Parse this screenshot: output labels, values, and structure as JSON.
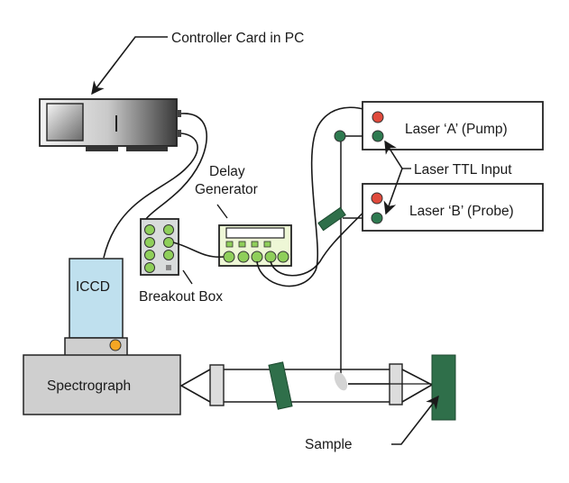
{
  "labels": {
    "controller_card": "Controller Card in PC",
    "delay_generator_line1": "Delay",
    "delay_generator_line2": "Generator",
    "breakout_box": "Breakout Box",
    "iccd": "ICCD",
    "spectrograph": "Spectrograph",
    "laser_a": "Laser ‘A’ (Pump)",
    "laser_b": "Laser ‘B’ (Probe)",
    "laser_ttl_input": "Laser TTL Input",
    "sample": "Sample"
  },
  "colors": {
    "connector_green": "#8fcf5a",
    "laser_port_red": "#e04a3c",
    "laser_port_green": "#2e7a50",
    "optic_green": "#2f6f4a",
    "iccd_blue": "#bfe0ee",
    "spectrograph_gray": "#cfcfcf",
    "delay_gen_fill": "#eef7d6",
    "orange_indicator": "#f5a623"
  }
}
